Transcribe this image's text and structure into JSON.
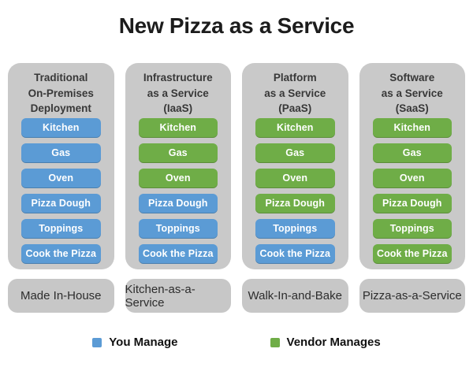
{
  "title": "New Pizza as a Service",
  "colors": {
    "you_manage_blue": "#5b9bd5",
    "vendor_manages_green": "#6fad47",
    "panel_gray": "#c9c9c9"
  },
  "columns": [
    {
      "id": "traditional",
      "header_lines": [
        "Traditional",
        "On-Premises",
        "Deployment"
      ],
      "items": [
        {
          "label": "Kitchen",
          "owner": "you"
        },
        {
          "label": "Gas",
          "owner": "you"
        },
        {
          "label": "Oven",
          "owner": "you"
        },
        {
          "label": "Pizza Dough",
          "owner": "you"
        },
        {
          "label": "Toppings",
          "owner": "you"
        },
        {
          "label": "Cook the Pizza",
          "owner": "you"
        }
      ],
      "footer": "Made In-House"
    },
    {
      "id": "iaas",
      "header_lines": [
        "Infrastructure",
        "as a Service",
        "(IaaS)"
      ],
      "items": [
        {
          "label": "Kitchen",
          "owner": "vendor"
        },
        {
          "label": "Gas",
          "owner": "vendor"
        },
        {
          "label": "Oven",
          "owner": "vendor"
        },
        {
          "label": "Pizza Dough",
          "owner": "you"
        },
        {
          "label": "Toppings",
          "owner": "you"
        },
        {
          "label": "Cook the Pizza",
          "owner": "you"
        }
      ],
      "footer": "Kitchen-as-a-Service"
    },
    {
      "id": "paas",
      "header_lines": [
        "Platform",
        "as a Service",
        "(PaaS)"
      ],
      "items": [
        {
          "label": "Kitchen",
          "owner": "vendor"
        },
        {
          "label": "Gas",
          "owner": "vendor"
        },
        {
          "label": "Oven",
          "owner": "vendor"
        },
        {
          "label": "Pizza Dough",
          "owner": "vendor"
        },
        {
          "label": "Toppings",
          "owner": "you"
        },
        {
          "label": "Cook the Pizza",
          "owner": "you"
        }
      ],
      "footer": "Walk-In-and-Bake"
    },
    {
      "id": "saas",
      "header_lines": [
        "Software",
        "as a Service",
        "(SaaS)"
      ],
      "items": [
        {
          "label": "Kitchen",
          "owner": "vendor"
        },
        {
          "label": "Gas",
          "owner": "vendor"
        },
        {
          "label": "Oven",
          "owner": "vendor"
        },
        {
          "label": "Pizza Dough",
          "owner": "vendor"
        },
        {
          "label": "Toppings",
          "owner": "vendor"
        },
        {
          "label": "Cook the Pizza",
          "owner": "vendor"
        }
      ],
      "footer": "Pizza-as-a-Service"
    }
  ],
  "legend": [
    {
      "label": "You Manage",
      "owner": "you"
    },
    {
      "label": "Vendor Manages",
      "owner": "vendor"
    }
  ]
}
